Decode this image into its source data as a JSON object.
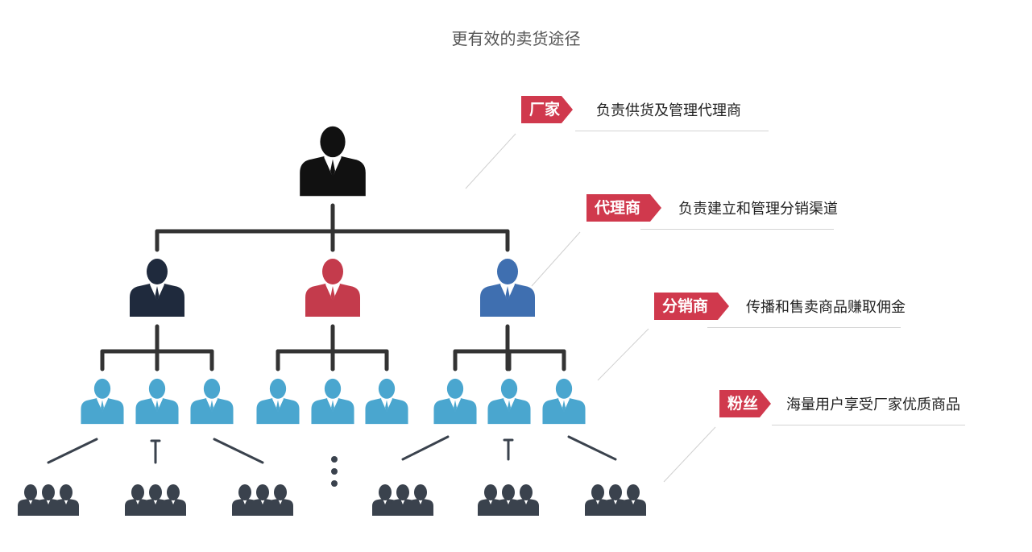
{
  "title": "更有效的卖货途径",
  "colors": {
    "tag": "#d0394d",
    "top_person": "#111111",
    "navy_person": "#1f2a3d",
    "red_person": "#c43b4c",
    "blue_person": "#3f6fb0",
    "cyan_person": "#4aa6cf",
    "fan_person": "#3a424d",
    "connector": "#333333"
  },
  "legend": [
    {
      "tag": "厂家",
      "desc": "负责供货及管理代理商"
    },
    {
      "tag": "代理商",
      "desc": "负责建立和管理分销渠道"
    },
    {
      "tag": "分销商",
      "desc": "传播和售卖商品赚取佣金"
    },
    {
      "tag": "粉丝",
      "desc": "海量用户享受厂家优质商品"
    }
  ],
  "icons": {
    "manufacturer": "businessman-icon",
    "agent": "person-icon",
    "distributor": "person-icon",
    "fans": "group-icon",
    "ellipsis": "vertical-ellipsis-icon"
  }
}
